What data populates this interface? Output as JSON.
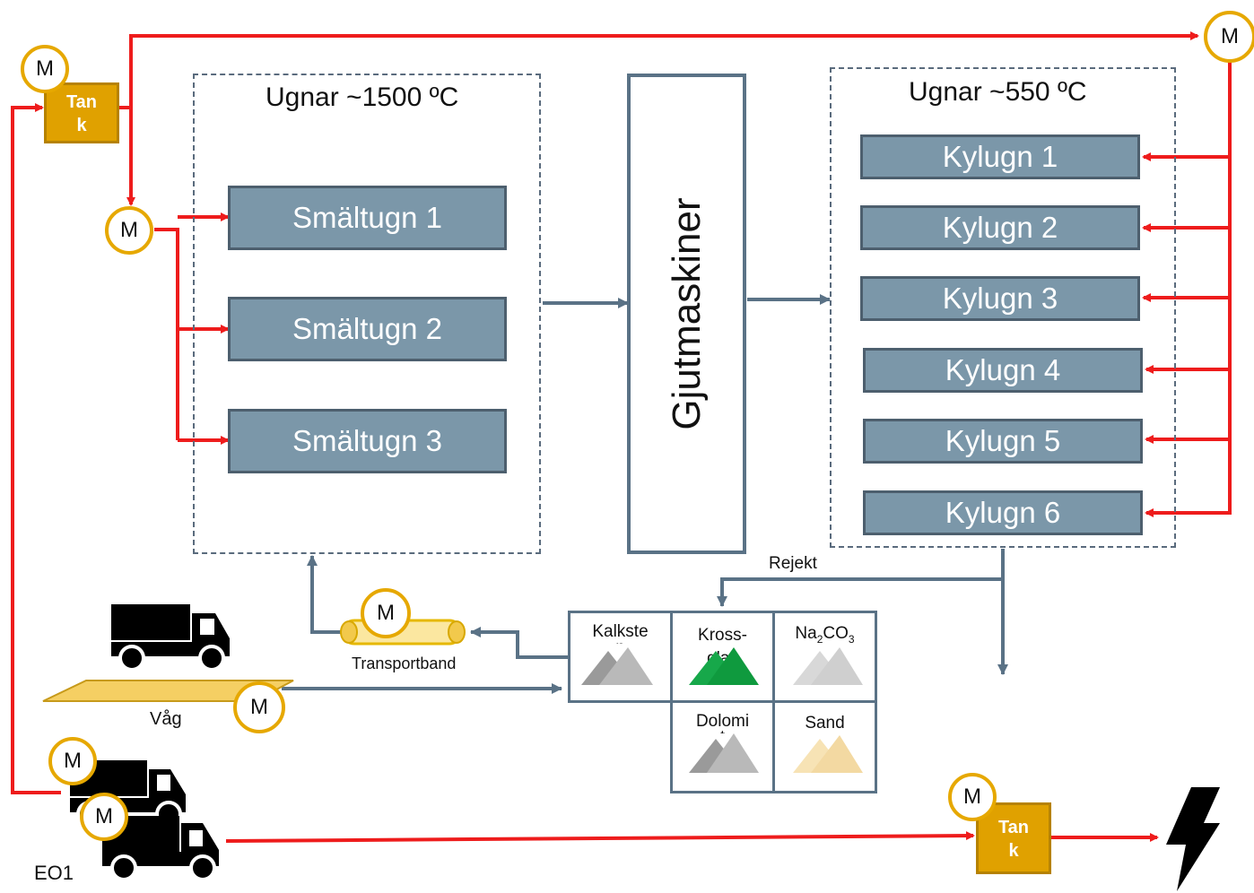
{
  "groups": {
    "hot": "Ugnar ~1500 ºC",
    "cool": "Ugnar ~550 ºC"
  },
  "melt_furnaces": [
    "Smältugn 1",
    "Smältugn 2",
    "Smältugn 3"
  ],
  "casting": "Gjutmaskiner",
  "cooling_furnaces": [
    "Kylugn 1",
    "Kylugn 2",
    "Kylugn 3",
    "Kylugn 4",
    "Kylugn 5",
    "Kylugn 6"
  ],
  "motor_label": "M",
  "tank_label": "Tan\nk",
  "labels": {
    "rejekt": "Rejekt",
    "transport": "Transportband",
    "scale": "Våg",
    "eo1": "EO1"
  },
  "materials": {
    "kalksten": "Kalkste\nn",
    "krossglas": "Kross-\nglas",
    "soda": "Na2CO3",
    "dolomit": "Dolomi\nt",
    "sand": "Sand"
  },
  "colors": {
    "energy_flow": "#ee1c1c",
    "material_flow": "#5a7286",
    "furnace_fill": "#7b97a9",
    "motor_ring": "#e6a800",
    "tank_fill": "#e0a100",
    "krossglas": "#1aa84a",
    "sand": "#f7e3b5",
    "stone": "#9a9a9a"
  },
  "icons": [
    "truck-icon",
    "lightning-icon",
    "pile-icon",
    "conveyor-icon",
    "scale-icon"
  ]
}
